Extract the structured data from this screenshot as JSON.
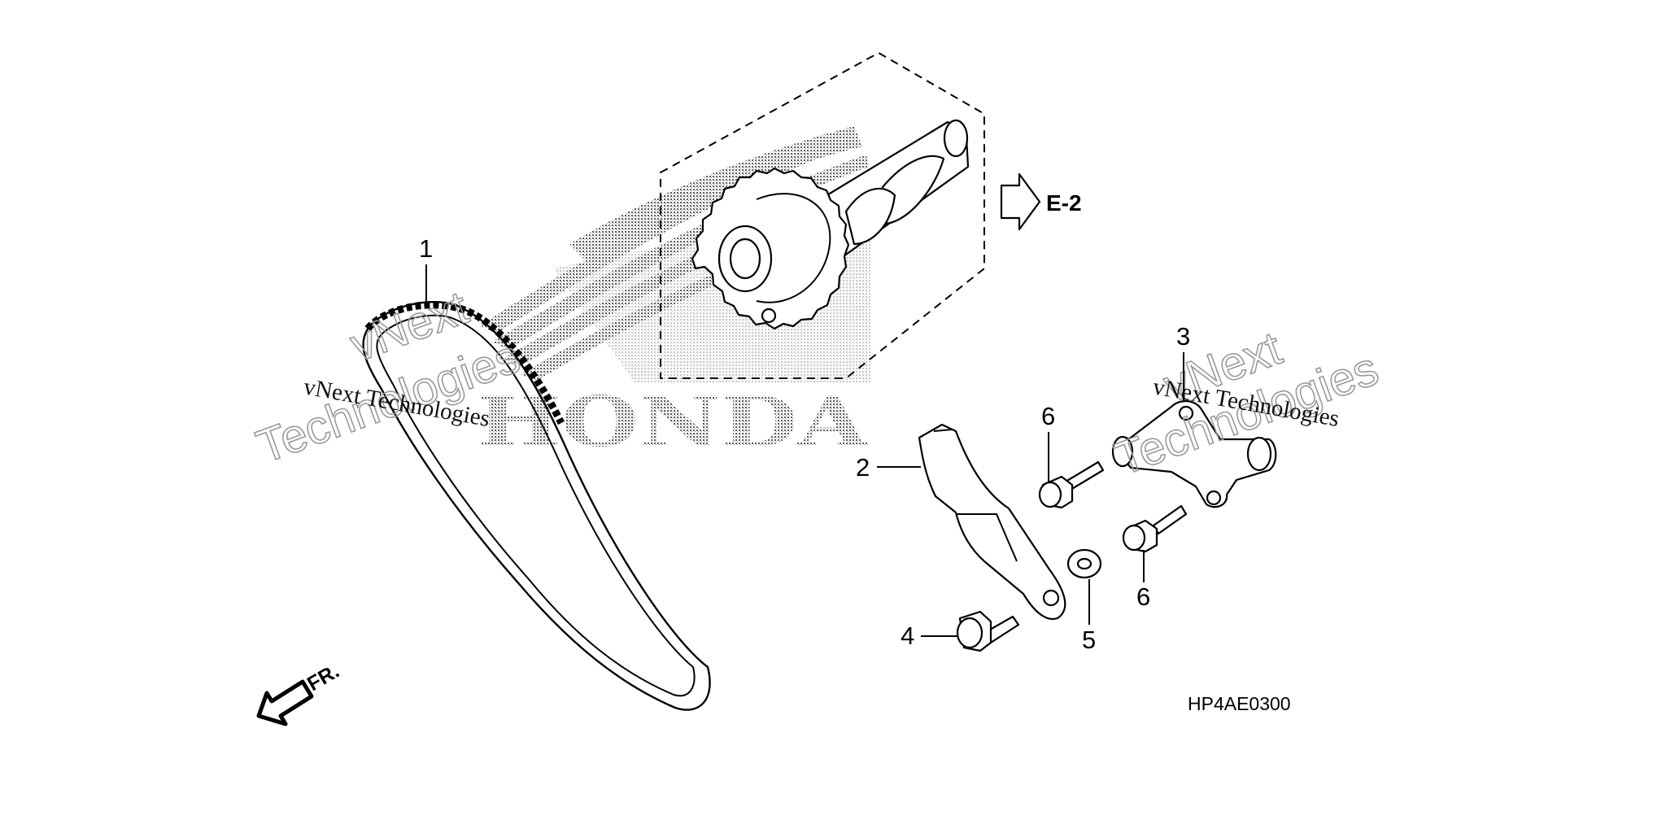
{
  "diagram": {
    "reference_code": "HP4AE0300",
    "section_ref": "E-2",
    "front_label": "FR.",
    "brand_logo": "HONDA",
    "watermarks": {
      "large_line1": "vNext",
      "large_line2": "Technologies",
      "small": "vNext Technologies"
    },
    "callouts": [
      {
        "id": "1",
        "part": "cam-chain"
      },
      {
        "id": "2",
        "part": "tensioner-arm"
      },
      {
        "id": "3",
        "part": "tensioner-lifter"
      },
      {
        "id": "4",
        "part": "pivot-bolt"
      },
      {
        "id": "5",
        "part": "washer"
      },
      {
        "id": "6",
        "part": "flange-bolt-upper"
      },
      {
        "id": "6",
        "part": "flange-bolt-lower"
      }
    ]
  }
}
